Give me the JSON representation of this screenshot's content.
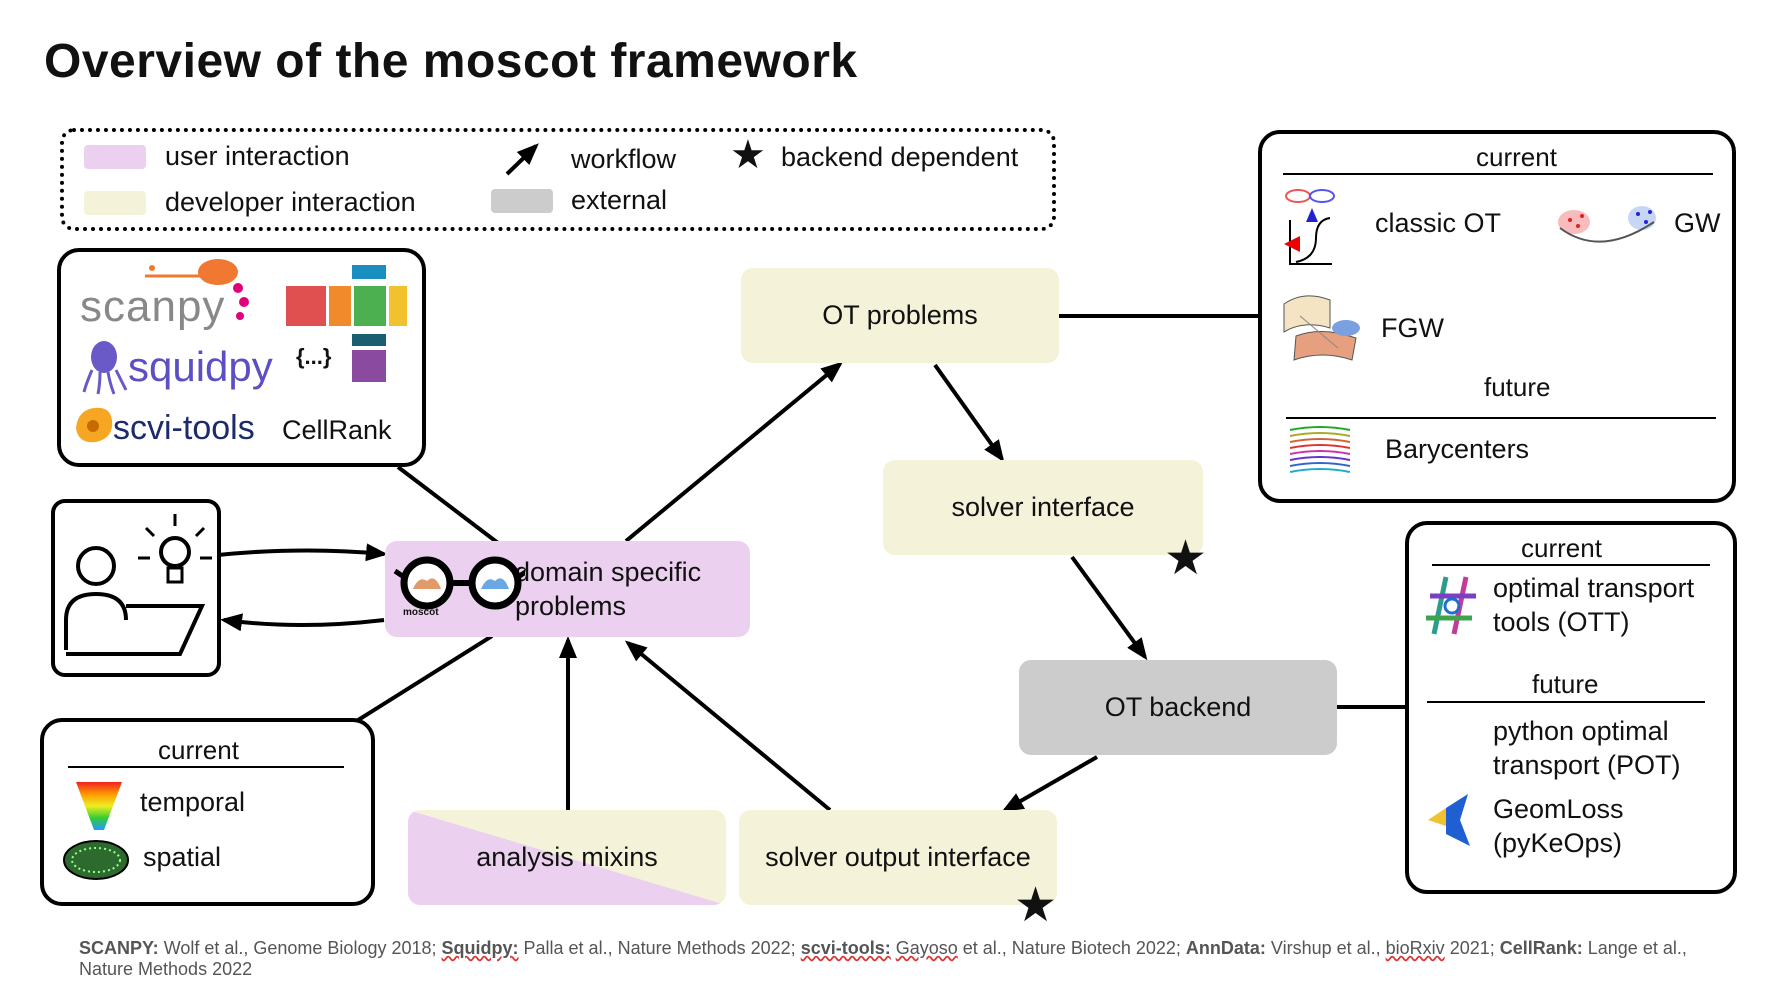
{
  "title": "Overview of the moscot framework",
  "legend": {
    "user_interaction": "user interaction",
    "developer_interaction": "developer interaction",
    "workflow": "workflow",
    "external": "external",
    "backend_dependent": "backend dependent",
    "colors": {
      "user": "#ecd0ef",
      "developer": "#f4f2d9",
      "external": "#cccccc"
    }
  },
  "ecosystem": {
    "scanpy": "scanpy",
    "squidpy": "squidpy",
    "scvi_tools": "scvi-tools",
    "cellrank": "CellRank",
    "braces": "{...}"
  },
  "nodes": {
    "ot_problems": "OT problems",
    "solver_interface": "solver interface",
    "ot_backend": "OT backend",
    "domain_specific": "domain specific\nproblems",
    "moscot_logo": "moscot",
    "analysis_mixins": "analysis mixins",
    "solver_output": "solver output interface"
  },
  "problems_panel": {
    "current_label": "current",
    "classic_ot": "classic OT",
    "gw": "GW",
    "fgw": "FGW",
    "future_label": "future",
    "barycenters": "Barycenters"
  },
  "backend_panel": {
    "current_label": "current",
    "ott": "optimal transport\ntools (OTT)",
    "future_label": "future",
    "pot": "python optimal\ntransport (POT)",
    "geomloss": "GeomLoss\n(pyKeOps)"
  },
  "domain_panel": {
    "current_label": "current",
    "temporal": "temporal",
    "spatial": "spatial"
  },
  "footer": {
    "scanpy_b": "SCANPY:",
    "scanpy_t": " Wolf et al., Genome Biology 2018; ",
    "squidpy_b": "Squidpy:",
    "squidpy_t": " Palla et al., Nature Methods 2022; ",
    "scvi_b": "scvi-tools:",
    "scvi_t1": " ",
    "scvi_gay": "Gayoso",
    "scvi_t2": " et al., Nature Biotech 2022; ",
    "anndata_b": "AnnData:",
    "anndata_t1": " Virshup et al., ",
    "biorxiv": "bioRxiv",
    "anndata_t2": " 2021; ",
    "cellrank_b": "CellRank:",
    "cellrank_t": " Lange et al., Nature Methods 2022"
  }
}
